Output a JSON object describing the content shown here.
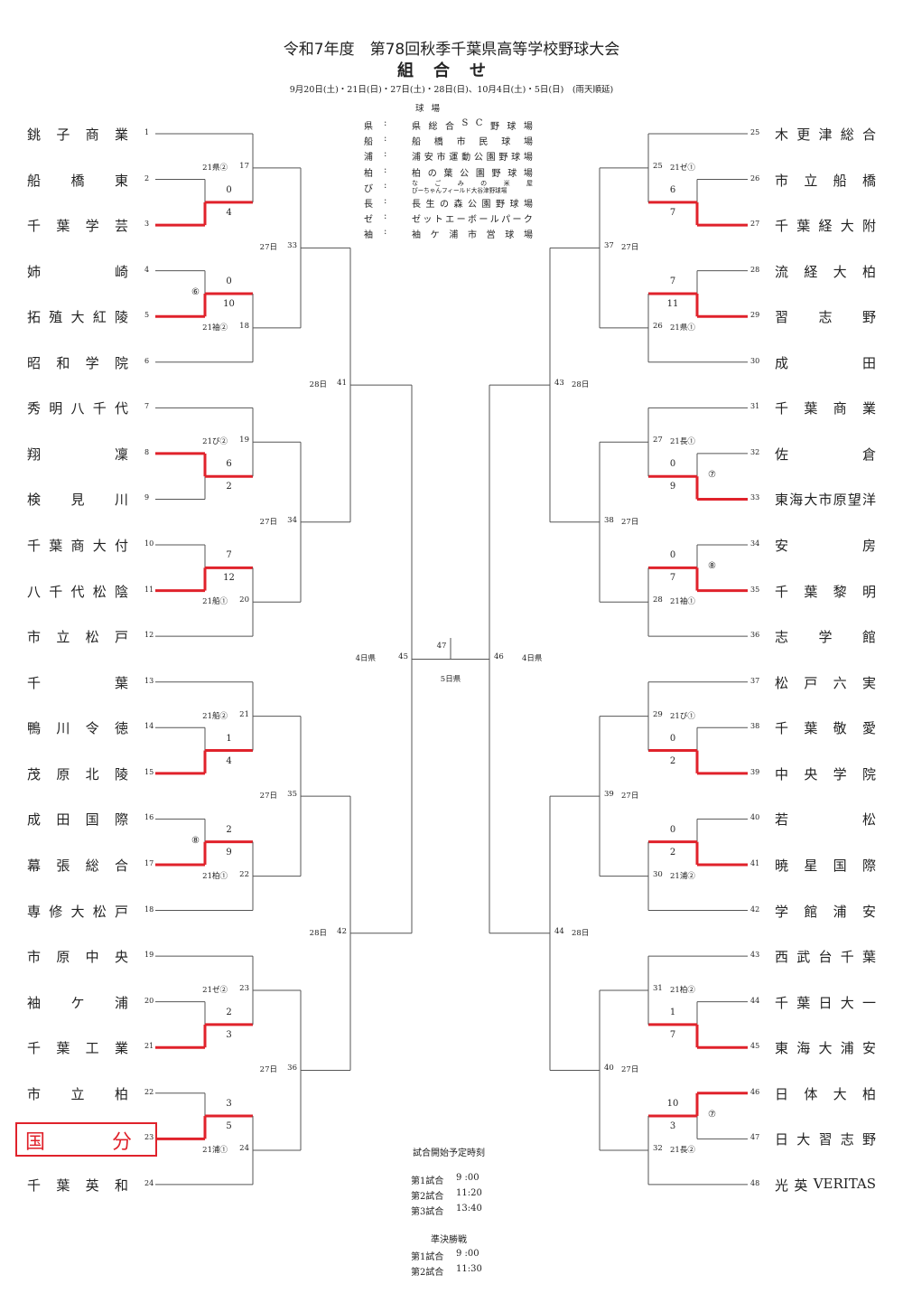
{
  "header": {
    "title": "令和7年度　第78回秋季千葉県高等学校野球大会",
    "subtitle": "組合せ",
    "dates": "9月20日(土)・21日(日)・27日(土)・28日(日)、10月4日(土)・5日(日)　(雨天順延)"
  },
  "venues": {
    "heading": "球場",
    "items": [
      {
        "abbr": "県",
        "name": "県総合SC野球場"
      },
      {
        "abbr": "船",
        "name": "船橋市民球場"
      },
      {
        "abbr": "浦",
        "name": "浦安市運動公園野球場"
      },
      {
        "abbr": "柏",
        "name": "柏の葉公園野球場"
      },
      {
        "abbr": "び",
        "name": "なごみの米屋",
        "name2": "ぴーちゃんフィールド大谷津野球場"
      },
      {
        "abbr": "長",
        "name": "長生の森公園野球場"
      },
      {
        "abbr": "ゼ",
        "name": "ゼットエーボールパーク"
      },
      {
        "abbr": "袖",
        "name": "袖ケ浦市営球場"
      }
    ]
  },
  "teams_left": [
    {
      "no": "1",
      "name": "銚子商業"
    },
    {
      "no": "2",
      "name": "船橋東"
    },
    {
      "no": "3",
      "name": "千葉学芸"
    },
    {
      "no": "4",
      "name": "姉崎"
    },
    {
      "no": "5",
      "name": "拓殖大紅陵"
    },
    {
      "no": "6",
      "name": "昭和学院"
    },
    {
      "no": "7",
      "name": "秀明八千代"
    },
    {
      "no": "8",
      "name": "翔凜"
    },
    {
      "no": "9",
      "name": "検見川"
    },
    {
      "no": "10",
      "name": "千葉商大付"
    },
    {
      "no": "11",
      "name": "八千代松陰"
    },
    {
      "no": "12",
      "name": "市立松戸"
    },
    {
      "no": "13",
      "name": "千葉"
    },
    {
      "no": "14",
      "name": "鴨川令徳"
    },
    {
      "no": "15",
      "name": "茂原北陵"
    },
    {
      "no": "16",
      "name": "成田国際"
    },
    {
      "no": "17",
      "name": "幕張総合"
    },
    {
      "no": "18",
      "name": "専修大松戸"
    },
    {
      "no": "19",
      "name": "市原中央"
    },
    {
      "no": "20",
      "name": "袖ケ浦"
    },
    {
      "no": "21",
      "name": "千葉工業"
    },
    {
      "no": "22",
      "name": "市立柏"
    },
    {
      "no": "23",
      "name": "国分",
      "highlight": true
    },
    {
      "no": "24",
      "name": "千葉英和"
    }
  ],
  "teams_right": [
    {
      "no": "25",
      "name": "木更津総合"
    },
    {
      "no": "26",
      "name": "市立船橋"
    },
    {
      "no": "27",
      "name": "千葉経大附"
    },
    {
      "no": "28",
      "name": "流経大柏"
    },
    {
      "no": "29",
      "name": "習志野"
    },
    {
      "no": "30",
      "name": "成田"
    },
    {
      "no": "31",
      "name": "千葉商業"
    },
    {
      "no": "32",
      "name": "佐倉"
    },
    {
      "no": "33",
      "name": "東海大市原望洋"
    },
    {
      "no": "34",
      "name": "安房"
    },
    {
      "no": "35",
      "name": "千葉黎明"
    },
    {
      "no": "36",
      "name": "志学館"
    },
    {
      "no": "37",
      "name": "松戸六実"
    },
    {
      "no": "38",
      "name": "千葉敬愛"
    },
    {
      "no": "39",
      "name": "中央学院"
    },
    {
      "no": "40",
      "name": "若松"
    },
    {
      "no": "41",
      "name": "暁星国際"
    },
    {
      "no": "42",
      "name": "学館浦安"
    },
    {
      "no": "43",
      "name": "西武台千葉"
    },
    {
      "no": "44",
      "name": "千葉日大一"
    },
    {
      "no": "45",
      "name": "東海大浦安"
    },
    {
      "no": "46",
      "name": "日体大柏"
    },
    {
      "no": "47",
      "name": "日大習志野"
    },
    {
      "no": "48",
      "name": "光英VERITAS"
    }
  ],
  "first_round": [
    {
      "teams": [
        "2",
        "3"
      ],
      "scores": [
        "0",
        "4"
      ],
      "winner": "3"
    },
    {
      "teams": [
        "4",
        "5"
      ],
      "scores": [
        "0",
        "10"
      ],
      "winner": "5",
      "innings": "⑥"
    },
    {
      "teams": [
        "8",
        "9"
      ],
      "scores": [
        "6",
        "2"
      ],
      "winner": "8"
    },
    {
      "teams": [
        "10",
        "11"
      ],
      "scores": [
        "7",
        "12"
      ],
      "winner": "11"
    },
    {
      "teams": [
        "14",
        "15"
      ],
      "scores": [
        "1",
        "4"
      ],
      "winner": "15"
    },
    {
      "teams": [
        "16",
        "17"
      ],
      "scores": [
        "2",
        "9"
      ],
      "winner": "17",
      "innings": "⑧"
    },
    {
      "teams": [
        "20",
        "21"
      ],
      "scores": [
        "2",
        "3"
      ],
      "winner": "21"
    },
    {
      "teams": [
        "22",
        "23"
      ],
      "scores": [
        "3",
        "5"
      ],
      "winner": "23"
    },
    {
      "teams": [
        "26",
        "27"
      ],
      "scores": [
        "6",
        "7"
      ],
      "winner": "27"
    },
    {
      "teams": [
        "28",
        "29"
      ],
      "scores": [
        "7",
        "11"
      ],
      "winner": "29"
    },
    {
      "teams": [
        "32",
        "33"
      ],
      "scores": [
        "0",
        "9"
      ],
      "winner": "33",
      "innings": "⑦"
    },
    {
      "teams": [
        "34",
        "35"
      ],
      "scores": [
        "0",
        "7"
      ],
      "winner": "35",
      "innings": "⑧"
    },
    {
      "teams": [
        "38",
        "39"
      ],
      "scores": [
        "0",
        "2"
      ],
      "winner": "39"
    },
    {
      "teams": [
        "40",
        "41"
      ],
      "scores": [
        "0",
        "2"
      ],
      "winner": "41"
    },
    {
      "teams": [
        "44",
        "45"
      ],
      "scores": [
        "1",
        "7"
      ],
      "winner": "45"
    },
    {
      "teams": [
        "46",
        "47"
      ],
      "scores": [
        "10",
        "3"
      ],
      "winner": "46",
      "innings": "⑦"
    }
  ],
  "second_round": [
    {
      "no": "17",
      "info": "21県②"
    },
    {
      "no": "18",
      "info": "21袖②"
    },
    {
      "no": "19",
      "info": "21び②"
    },
    {
      "no": "20",
      "info": "21船①"
    },
    {
      "no": "21",
      "info": "21船②"
    },
    {
      "no": "22",
      "info": "21柏①"
    },
    {
      "no": "23",
      "info": "21ゼ②"
    },
    {
      "no": "24",
      "info": "21浦①"
    },
    {
      "no": "25",
      "info": "21ゼ①"
    },
    {
      "no": "26",
      "info": "21県①"
    },
    {
      "no": "27",
      "info": "21長①"
    },
    {
      "no": "28",
      "info": "21袖①"
    },
    {
      "no": "29",
      "info": "21び①"
    },
    {
      "no": "30",
      "info": "21浦②"
    },
    {
      "no": "31",
      "info": "21柏②"
    },
    {
      "no": "32",
      "info": "21長②"
    }
  ],
  "third_round": [
    {
      "no": "33",
      "info": "27日"
    },
    {
      "no": "34",
      "info": "27日"
    },
    {
      "no": "35",
      "info": "27日"
    },
    {
      "no": "36",
      "info": "27日"
    },
    {
      "no": "37",
      "info": "27日"
    },
    {
      "no": "38",
      "info": "27日"
    },
    {
      "no": "39",
      "info": "27日"
    },
    {
      "no": "40",
      "info": "27日"
    }
  ],
  "quarter_final": [
    {
      "no": "41",
      "info": "28日"
    },
    {
      "no": "42",
      "info": "28日"
    },
    {
      "no": "43",
      "info": "28日"
    },
    {
      "no": "44",
      "info": "28日"
    }
  ],
  "semi_final": [
    {
      "no": "45",
      "info": "4日県"
    },
    {
      "no": "46",
      "info": "4日県"
    }
  ],
  "final": {
    "no": "47",
    "info": "5日県"
  },
  "schedule": {
    "heading": "試合開始予定時刻",
    "rows": [
      {
        "label": "第1試合",
        "time": "9 :00"
      },
      {
        "label": "第2試合",
        "time": "11:20"
      },
      {
        "label": "第3試合",
        "time": "13:40"
      }
    ],
    "semi_heading": "準決勝戦",
    "semi_rows": [
      {
        "label": "第1試合",
        "time": "9 :00"
      },
      {
        "label": "第2試合",
        "time": "11:30"
      }
    ]
  },
  "colors": {
    "line": "#555555",
    "winner": "#e0222b"
  }
}
